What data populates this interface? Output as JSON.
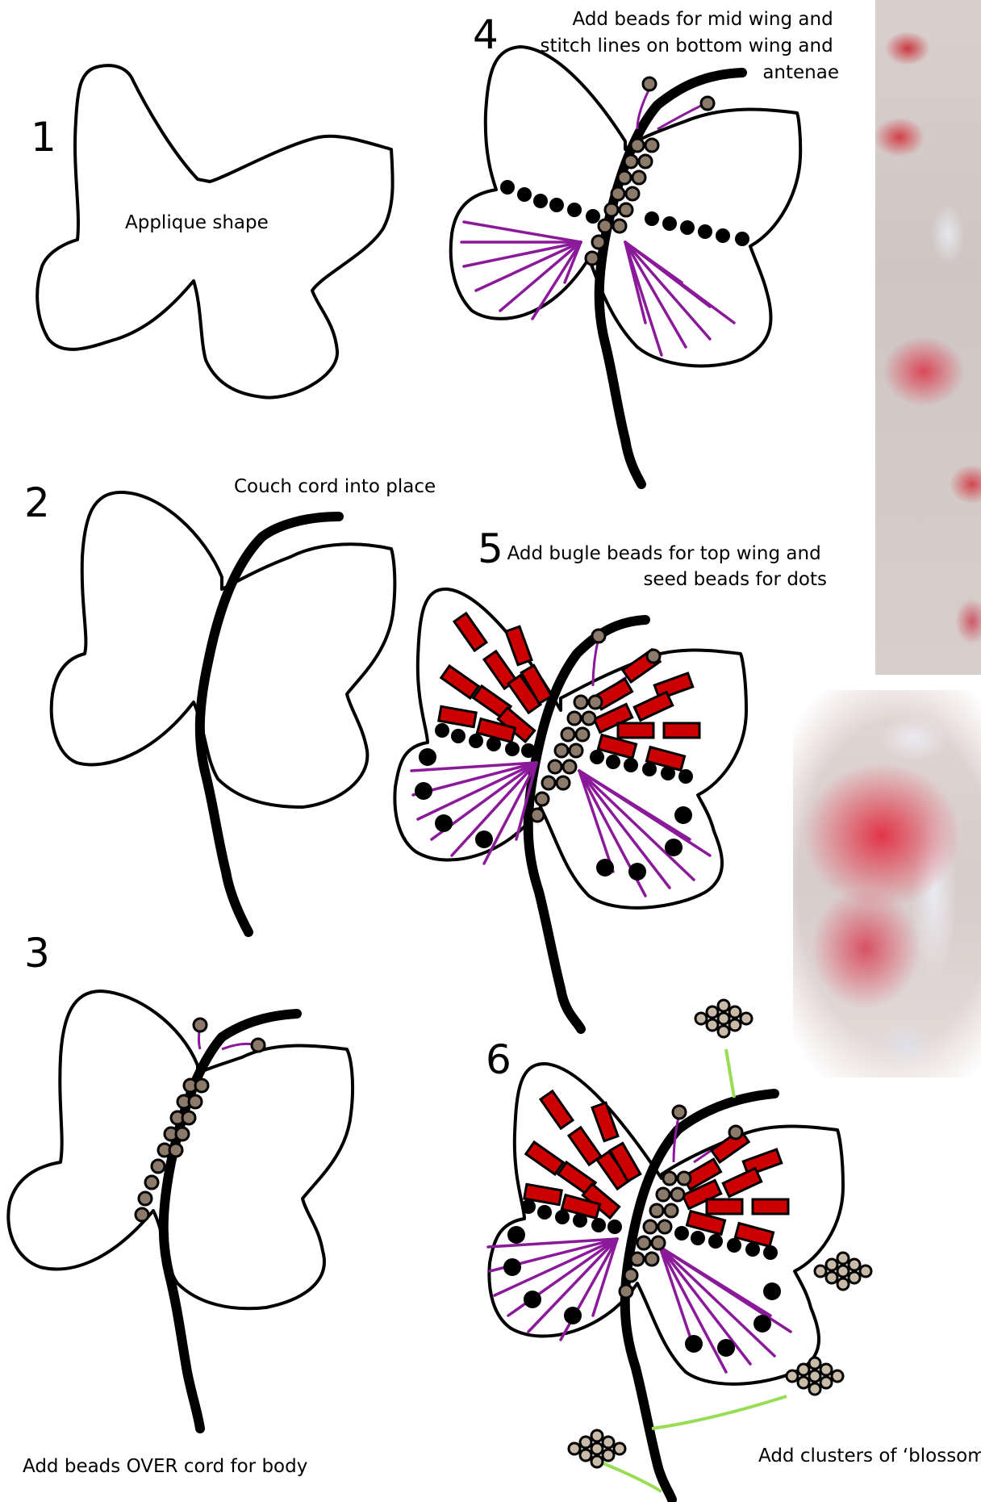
{
  "steps": [
    {
      "number": "1",
      "caption": "Applique shape"
    },
    {
      "number": "2",
      "caption": "Couch cord into  place"
    },
    {
      "number": "3",
      "caption": "Add beads OVER cord for body"
    },
    {
      "number": "4",
      "caption_lines": [
        "Add beads for mid wing and",
        "stitch lines on bottom wing and",
        "antenae"
      ]
    },
    {
      "number": "5",
      "caption_lines": [
        "Add bugle beads for top wing and",
        "seed beads for dots"
      ]
    },
    {
      "number": "6",
      "caption": "Add clusters of ‘blossom’"
    }
  ],
  "colors": {
    "outline": "#000000",
    "cord": "#000000",
    "body_bead": "#8b7a6a",
    "stitch_line": "#8b1a9b",
    "bugle_bead": "#cc0000",
    "seed_dot": "#000000",
    "blossom_bead": "#c9bba8",
    "blossom_stem": "#99dd55"
  },
  "photos": [
    {
      "name": "embroidered-butterflies-photo-top"
    },
    {
      "name": "embroidered-butterfly-closeup-photo"
    }
  ]
}
